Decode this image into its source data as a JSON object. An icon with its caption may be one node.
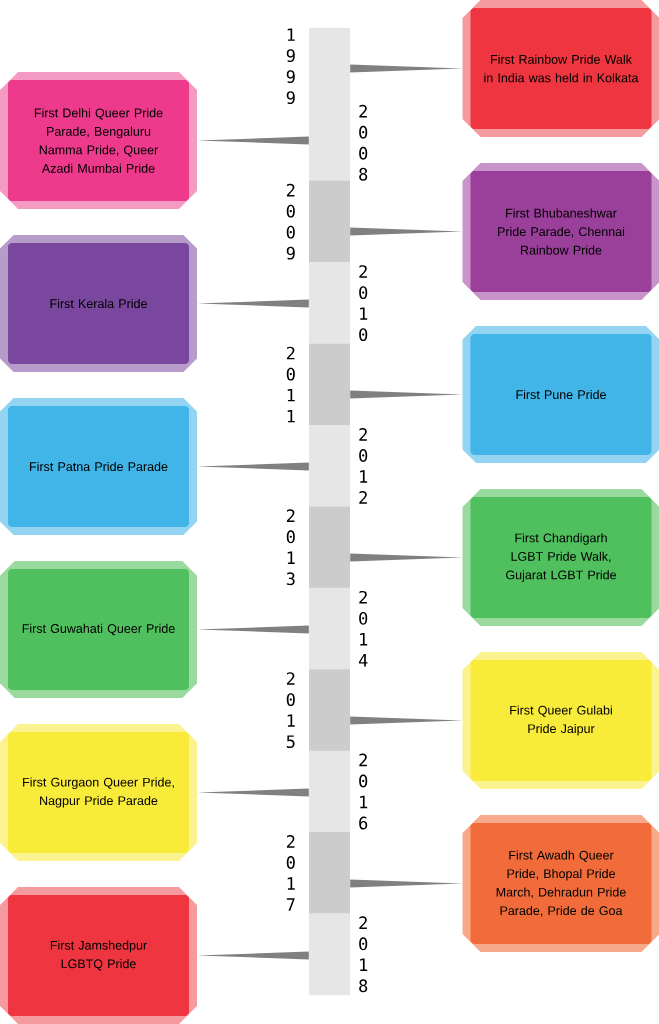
{
  "diagram": {
    "nodes": [
      {
        "text": [],
        "shape": "bar",
        "beside": [
          "1999"
        ]
      },
      {
        "text": [],
        "shape": "bar",
        "beside": [
          "2008"
        ]
      },
      {
        "text": [],
        "shape": "bar",
        "beside": [
          "2009"
        ]
      },
      {
        "text": [],
        "shape": "bar",
        "beside": [
          "2010"
        ]
      },
      {
        "text": [],
        "shape": "bar",
        "beside": [
          "2011"
        ]
      },
      {
        "text": [],
        "shape": "bar",
        "beside": [
          "2012"
        ]
      },
      {
        "text": [],
        "shape": "bar",
        "beside": [
          "2013"
        ]
      },
      {
        "text": [],
        "shape": "bar",
        "beside": [
          "2014"
        ]
      },
      {
        "text": [],
        "shape": "bar",
        "beside": [
          "2015"
        ]
      },
      {
        "text": [],
        "shape": "bar",
        "beside": [
          "2016"
        ]
      },
      {
        "text": [],
        "shape": "bar",
        "beside": [
          "2017"
        ]
      },
      {
        "text": [],
        "shape": "bar",
        "beside": [
          "2018"
        ]
      },
      {
        "text": [
          "First Rainbow Pride Walk in India was held in Kolkata"
        ]
      },
      {
        "text": [
          "First Delhi Queer Pride Parade, Bengaluru Namma Pride, Queer Azadi Mumbai Pride"
        ]
      },
      {
        "text": [
          "First Bhubaneshwar Pride Parade, Chennai Rainbow Pride"
        ]
      },
      {
        "text": [
          "First Kerala Pride"
        ]
      },
      {
        "text": [
          "First Pune Pride"
        ]
      },
      {
        "text": [
          "First Patna Pride Parade"
        ]
      },
      {
        "text": [
          "First Chandigarh LGBT Pride Walk, Gujarat LGBT Pride"
        ]
      },
      {
        "text": [
          "First Guwahati Queer Pride"
        ]
      },
      {
        "text": [
          "First Queer Gulabi Pride Jaipur"
        ]
      },
      {
        "text": [
          "First Gurgaon Queer Pride, Nagpur Pride Parade"
        ]
      },
      {
        "text": [
          "First Awadh Queer Pride, Bhopal Pride March, Dehradun Pride Parade, Pride de Goa"
        ]
      },
      {
        "text": [
          "First Jamshedpur LGBTQ Pride"
        ]
      }
    ],
    "edges": [
      {
        "from": 12,
        "to": 0,
        "arrow": "none"
      },
      {
        "from": 13,
        "to": 1,
        "arrow": "none"
      },
      {
        "from": 14,
        "to": 2,
        "arrow": "none"
      },
      {
        "from": 15,
        "to": 3,
        "arrow": "none"
      },
      {
        "from": 16,
        "to": 4,
        "arrow": "none"
      },
      {
        "from": 17,
        "to": 5,
        "arrow": "none"
      },
      {
        "from": 18,
        "to": 6,
        "arrow": "none"
      },
      {
        "from": 19,
        "to": 7,
        "arrow": "none"
      },
      {
        "from": 20,
        "to": 8,
        "arrow": "none"
      },
      {
        "from": 21,
        "to": 9,
        "arrow": "none"
      },
      {
        "from": 22,
        "to": 10,
        "arrow": "none"
      },
      {
        "from": 23,
        "to": 11,
        "arrow": "none"
      }
    ]
  }
}
